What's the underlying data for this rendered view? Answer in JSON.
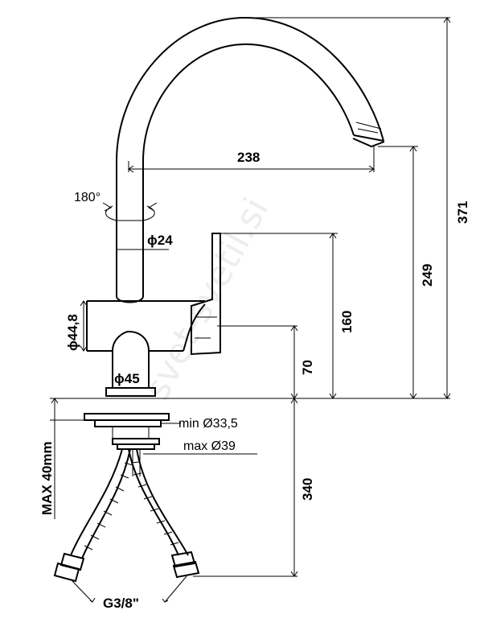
{
  "watermark": "svet-svetil.si",
  "dimensions": {
    "reach": "238",
    "total_height": "371",
    "spout_height": "249",
    "lever_height": "160",
    "base_height": "70",
    "below_deck": "340",
    "body_diameter": "ϕ44,8",
    "spout_diameter": "ϕ24",
    "base_diameter": "ϕ45",
    "rotation": "180°",
    "max_deck": "MAX 40mm",
    "thread": "G3/8\""
  },
  "notes": {
    "hole_min": "min Ø33,5",
    "hole_max": "max Ø39"
  },
  "icons": {
    "rotation": "rotation-arrows-icon"
  }
}
